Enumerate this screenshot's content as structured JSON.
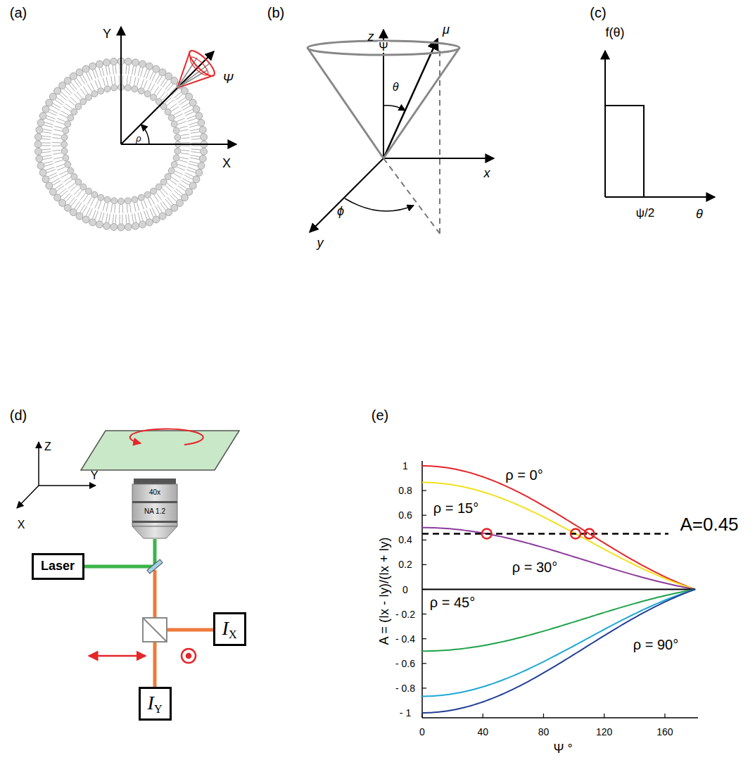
{
  "diagram": {
    "nodes": [
      {
        "text": [
          "Laser"
        ]
      },
      {
        "text": [
          "I",
          "X"
        ]
      },
      {
        "text": [
          "I",
          "Y"
        ]
      }
    ],
    "labels": [
      "(a)",
      "(b)",
      "(c)",
      "Y",
      "ρ",
      "X",
      "Ψ",
      "z",
      "μ",
      "Ψ",
      "θ",
      "x",
      "ϕ",
      "y",
      "f(θ)",
      "ψ/2",
      "θ",
      "(d)",
      "(e)",
      "Z",
      "Y",
      "X",
      "40x",
      "NA 1.2",
      "1",
      "0.8",
      "0.6",
      "0.4",
      "0.2",
      "0",
      "- 0.2",
      "- 0.4",
      "- 0.6",
      "- 0.8",
      "- 1",
      "0",
      "40",
      "80",
      "120",
      "160",
      "ρ = 0°",
      "ρ = 15°",
      "ρ = 30°",
      "ρ = 45°",
      "ρ = 90°",
      "A=0.45",
      "A = (Ix - Iy)/(Ix + Iy)",
      "Ψ °"
    ]
  }
}
